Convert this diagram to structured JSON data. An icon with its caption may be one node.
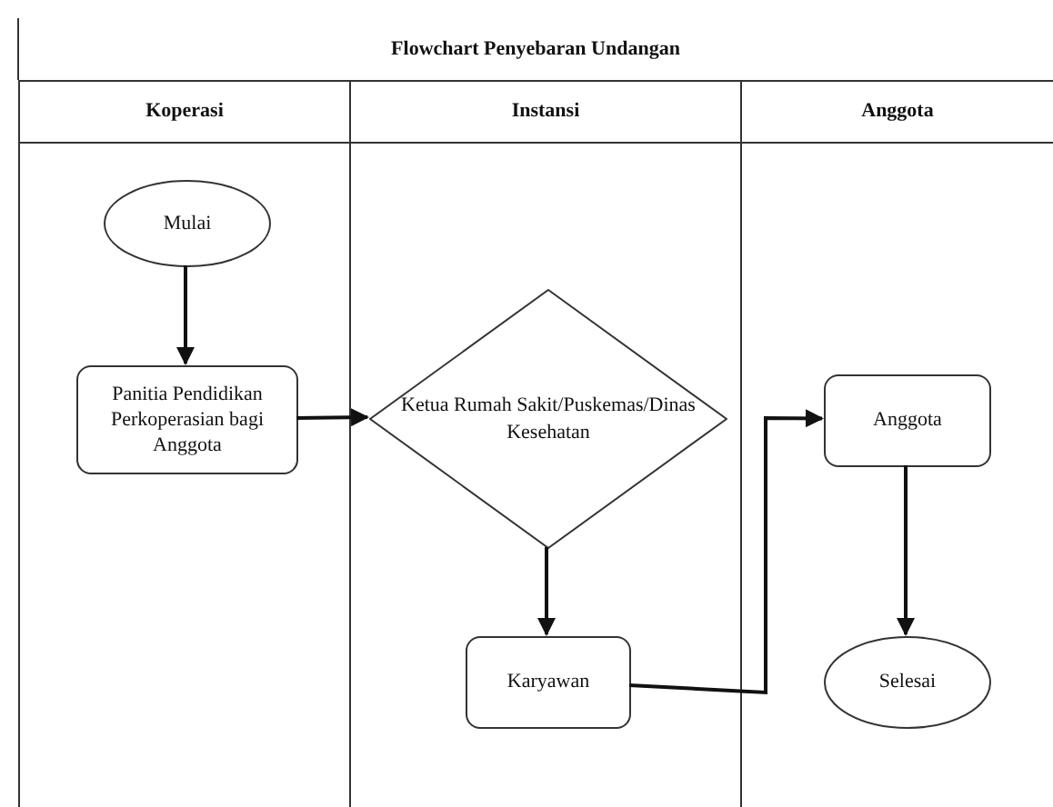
{
  "diagram": {
    "title": "Flowchart Penyebaran Undangan",
    "nodes": [
      {
        "text": [
          "Koperasi"
        ]
      },
      {
        "text": [
          "Instansi"
        ]
      },
      {
        "text": [
          "Anggota"
        ]
      },
      {
        "text": [
          "Mulai"
        ],
        "in": 0
      },
      {
        "text": [
          "Panitia Pendidikan Perkoperasian bagi Anggota"
        ],
        "in": 0
      },
      {
        "text": [
          "Ketua Rumah Sakit/Puskemas/Dinas Kesehatan"
        ],
        "in": 1
      },
      {
        "text": [
          "Karyawan"
        ],
        "in": 1
      },
      {
        "text": [
          "Anggota"
        ],
        "in": 2
      },
      {
        "text": [
          "Selesai"
        ],
        "in": 2
      }
    ],
    "edges": [
      {
        "from": 3,
        "to": 4,
        "arrow": "to"
      },
      {
        "from": 4,
        "to": 5,
        "arrow": "to"
      },
      {
        "from": 5,
        "to": 6,
        "arrow": "to"
      },
      {
        "from": 6,
        "to": 7,
        "arrow": "to"
      },
      {
        "from": 7,
        "to": 8,
        "arrow": "to"
      }
    ]
  }
}
